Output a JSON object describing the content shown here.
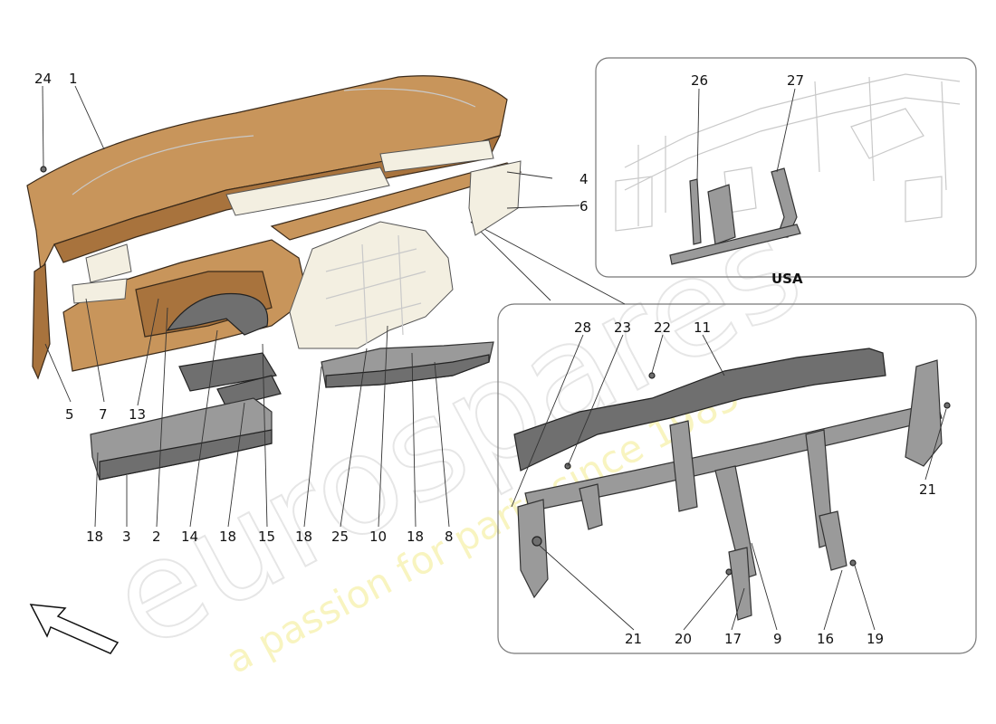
{
  "inset_usa": {
    "title": "USA"
  },
  "watermark": {
    "brand": "eurospares",
    "tagline": "a passion for parts since 1985"
  },
  "callouts": {
    "c1": "1",
    "c2": "2",
    "c3": "3",
    "c4": "4",
    "c5": "5",
    "c6": "6",
    "c7": "7",
    "c8": "8",
    "c9": "9",
    "c10": "10",
    "c11": "11",
    "c13": "13",
    "c14": "14",
    "c15": "15",
    "c16": "16",
    "c17": "17",
    "c18a": "18",
    "c18b": "18",
    "c18c": "18",
    "c18d": "18",
    "c19": "19",
    "c20": "20",
    "c21a": "21",
    "c21b": "21",
    "c22": "22",
    "c23": "23",
    "c24": "24",
    "c25": "25",
    "c26": "26",
    "c27": "27",
    "c28": "28"
  },
  "icons": {
    "orientation": "direction-arrow-icon"
  },
  "colors": {
    "trim_tan": "#c8955b",
    "frame_grey": "#9a9a9a",
    "watermark_yellow": "#f3ec8e"
  }
}
